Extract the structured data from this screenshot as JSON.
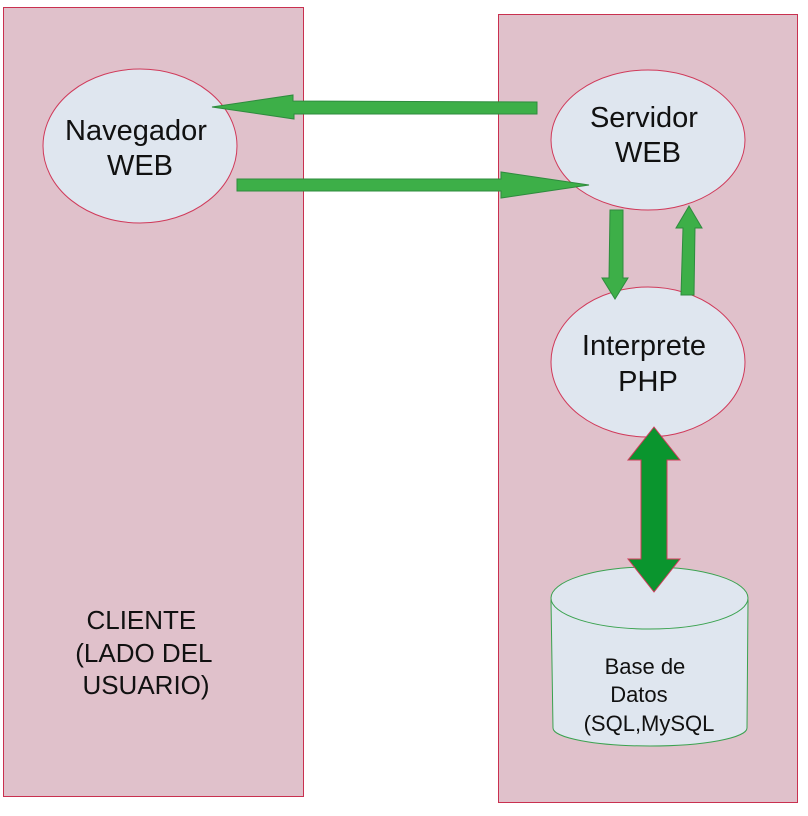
{
  "diagram": {
    "title": "Arquitectura cliente-servidor web con PHP",
    "colors": {
      "panel_fill": "#e0c1cb",
      "panel_border": "#c9304f",
      "node_fill": "#dfe6ef",
      "node_border": "#d03a5a",
      "db_border": "#3aa24f",
      "arrow_fill": "#3daf48",
      "arrow_stroke": "#2e8b3e",
      "double_arrow_fill": "#0a952e",
      "double_arrow_stroke": "#d03a5a"
    },
    "panels": [
      {
        "id": "client",
        "label_lines": [
          "CLIENTE",
          "(LADO DEL",
          "USUARIO)"
        ]
      },
      {
        "id": "server",
        "label_lines": []
      }
    ],
    "nodes": {
      "browser": {
        "lines": [
          "Navegador",
          "WEB"
        ]
      },
      "web_server": {
        "lines": [
          "Servidor",
          "WEB"
        ]
      },
      "php": {
        "lines": [
          "Interprete",
          "PHP"
        ]
      },
      "database": {
        "lines": [
          "Base de",
          "Datos",
          "(SQL,MySQL"
        ]
      }
    },
    "edges": [
      {
        "from": "web_server",
        "to": "browser",
        "type": "single"
      },
      {
        "from": "browser",
        "to": "web_server",
        "type": "single"
      },
      {
        "from": "web_server",
        "to": "php",
        "type": "single"
      },
      {
        "from": "php",
        "to": "web_server",
        "type": "single"
      },
      {
        "from": "php",
        "to": "database",
        "type": "double"
      }
    ]
  }
}
